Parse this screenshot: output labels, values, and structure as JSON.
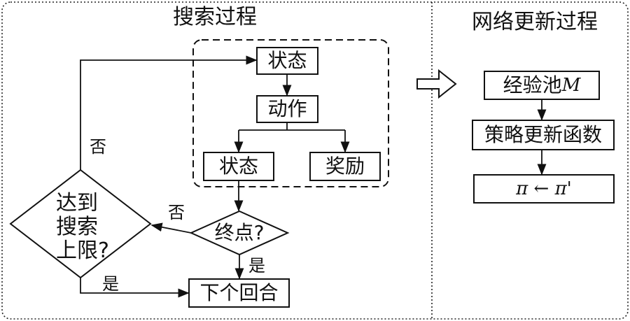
{
  "left_panel": {
    "title": "搜索过程"
  },
  "right_panel": {
    "title": "网络更新过程"
  },
  "search": {
    "state_top": "状态",
    "action": "动作",
    "state_next": "状态",
    "reward": "奖励",
    "terminal": "终点?",
    "limit_line1": "达到",
    "limit_line2": "搜索",
    "limit_line3": "上限?",
    "next_episode": "下个回合",
    "label_no_top": "否",
    "label_no_mid": "否",
    "label_yes_right": "是",
    "label_yes_bottom": "是"
  },
  "network": {
    "replay_text": "经验池",
    "replay_symbol": "M",
    "policy_update": "策略更新函数",
    "pi_update": "π ← π'"
  }
}
